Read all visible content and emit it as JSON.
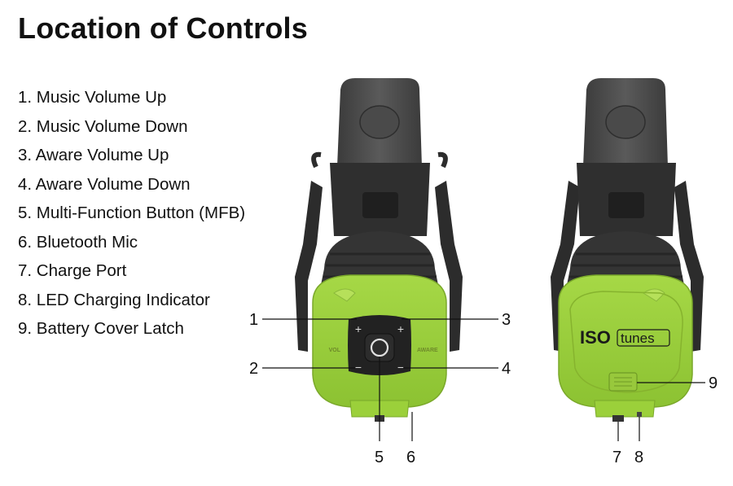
{
  "title": "Location of Controls",
  "controls": [
    {
      "number": "1",
      "text": "1. Music Volume Up"
    },
    {
      "number": "2",
      "text": "2. Music Volume Down"
    },
    {
      "number": "3",
      "text": "3. Aware Volume Up"
    },
    {
      "number": "4",
      "text": "4. Aware Volume Down"
    },
    {
      "number": "5",
      "text": "5. Multi-Function Button (MFB)"
    },
    {
      "number": "6",
      "text": "6. Bluetooth Mic"
    },
    {
      "number": "7",
      "text": "7. Charge Port"
    },
    {
      "number": "8",
      "text": "8. LED Charging Indicator"
    },
    {
      "number": "9",
      "text": "9. Battery Cover Latch"
    }
  ],
  "device": {
    "left_label": "VOL",
    "right_label": "AWARE",
    "brand_bold": "ISO",
    "brand_light": "tunes",
    "plus": "+",
    "minus": "−"
  },
  "colors": {
    "shell": "#9bd03a",
    "shell_dark": "#86b92e",
    "housing": "#3a3a3a",
    "housing_light": "#505050",
    "keypad": "#222222"
  }
}
